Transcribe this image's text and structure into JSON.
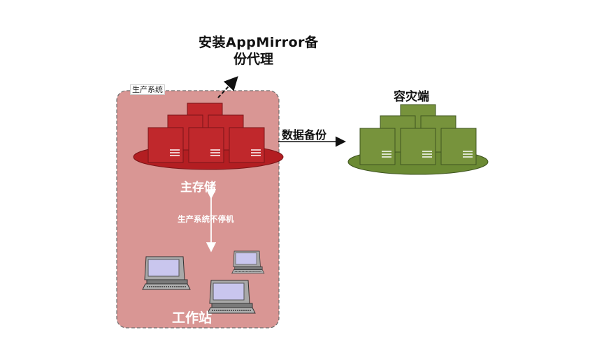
{
  "diagram": {
    "title_agent": {
      "line1": "安装AppMirror备",
      "line2": "份代理"
    },
    "production_zone": {
      "label": "生产系统",
      "primary_storage_label": "主存储",
      "no_downtime_label": "生产系统不停机",
      "workstation_label": "工作站"
    },
    "disaster_recovery": {
      "label": "容灾端"
    },
    "flow": {
      "backup_label": "数据备份"
    },
    "colors": {
      "zone_fill": "#d99694",
      "zone_border": "#6e6e6e",
      "server_red": "#c0282c",
      "platform_red": "#b31e22",
      "server_green": "#77933c",
      "platform_green": "#6b8a33"
    }
  }
}
